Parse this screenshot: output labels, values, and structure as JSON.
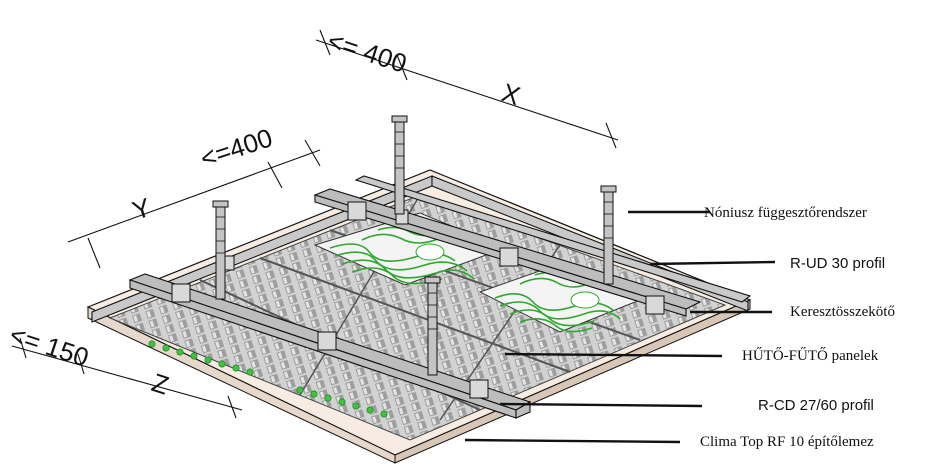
{
  "dimensions": {
    "x_max_spacing": "<= 400",
    "x": "X",
    "y_max_spacing": "<=400",
    "y": "Y",
    "z_max_spacing": "<= 150",
    "z": "Z"
  },
  "callouts": [
    {
      "id": "hanger",
      "text": "Nóniusz függesztőrendszer"
    },
    {
      "id": "rud",
      "text": "R-UD 30 profil"
    },
    {
      "id": "cross",
      "text": "Keresztösszekötő"
    },
    {
      "id": "panels",
      "text": "HŰTŐ-FŰTŐ panelek"
    },
    {
      "id": "rcd",
      "text": "R-CD 27/60 profil"
    },
    {
      "id": "board",
      "text": "Clima Top RF 10 építőlemez"
    }
  ],
  "colors": {
    "line": "#111111",
    "metal": "#bfbfbf",
    "metal_dark": "#8c8c8c",
    "board": "#f6ece2",
    "pipe_green": "#33bb33"
  }
}
